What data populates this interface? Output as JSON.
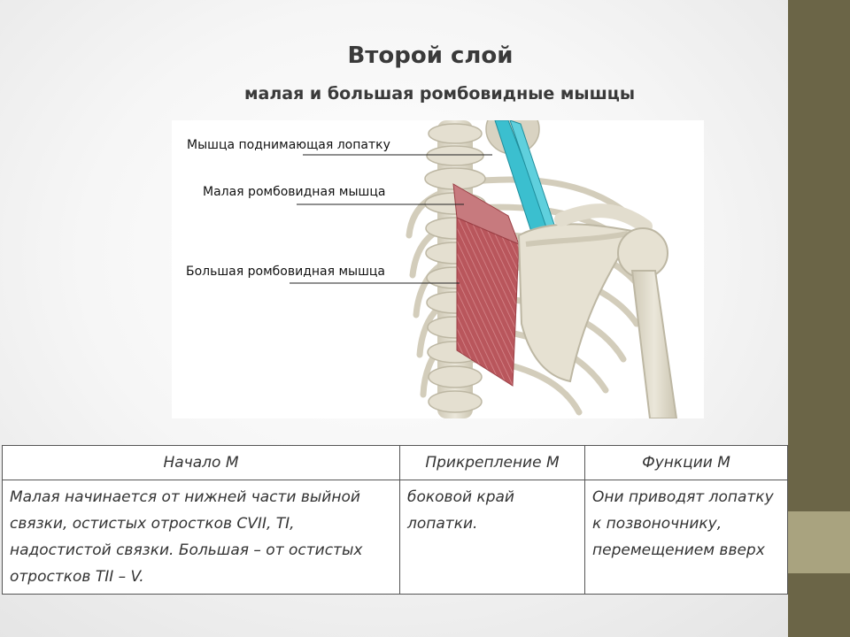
{
  "slide": {
    "title": "Второй слой",
    "subtitle": "малая и большая ромбовидные мышцы"
  },
  "figure": {
    "labels": {
      "levator": "Мышца поднимающая лопатку",
      "minor": "Малая ромбовидная мышца",
      "major": "Большая ромбовидная мышца"
    },
    "colors": {
      "bone": "#ddd8c8",
      "muscle": "#b5535a",
      "levator_muscle": "#3bbfcf"
    }
  },
  "table": {
    "headers": [
      "Начало М",
      "Прикрепление М",
      "Функции М"
    ],
    "rows": [
      [
        "Малая начинается от нижней части выйной связки, остистых отростков CVII, TI, надостистой связки. Большая – от остистых отростков TII – V.",
        "боковой край лопатки.",
        "Они приводят лопатку к позвоночнику, перемещением вверх"
      ]
    ]
  },
  "theme": {
    "side_bar": "#6b6547",
    "side_accent": "#a9a37f"
  }
}
